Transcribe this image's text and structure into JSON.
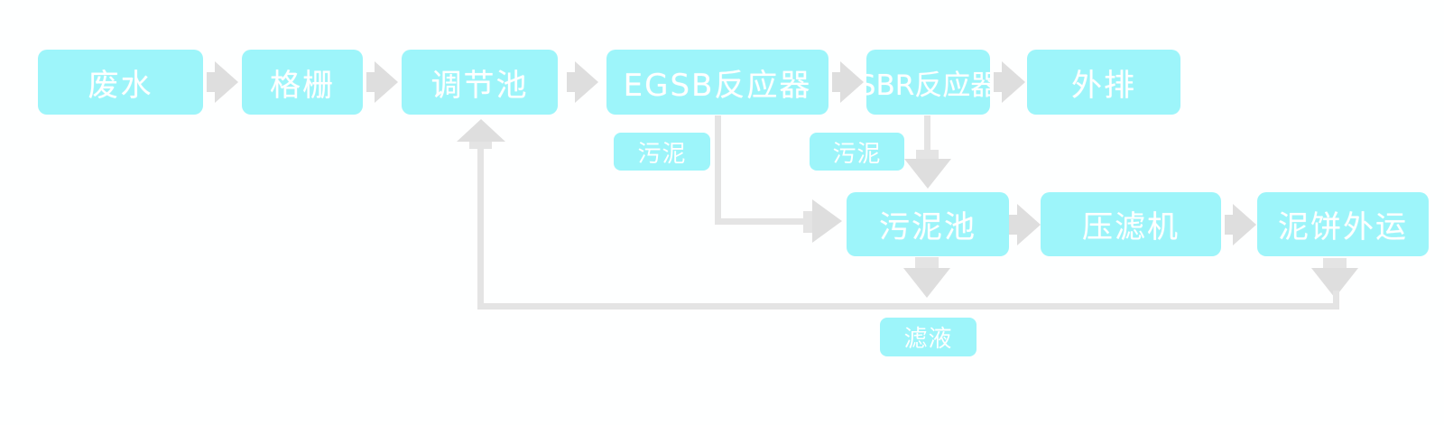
{
  "diagram": {
    "description": "wastewater treatment process flow",
    "colors": {
      "node_fill": "#9df5fa",
      "node_text": "#ffffff",
      "connector_gray": "#e4e4e4",
      "arrow_gray": "#dedede",
      "background": "#feffff"
    },
    "nodes": {
      "wastewater": {
        "label": "废水",
        "type": "process"
      },
      "bar_screen": {
        "label": "格栅",
        "type": "process"
      },
      "regulating_tank": {
        "label": "调节池",
        "type": "process"
      },
      "egsb_reactor": {
        "label": "EGSB反应器",
        "type": "process"
      },
      "sbr_reactor": {
        "label": "SBR反应器",
        "type": "process"
      },
      "discharge": {
        "label": "外排",
        "type": "process"
      },
      "sludge_tank": {
        "label": "污泥池",
        "type": "process"
      },
      "filter_press": {
        "label": "压滤机",
        "type": "process"
      },
      "mudcake_transport": {
        "label": "泥饼外运",
        "type": "process"
      },
      "sludge_tag_egsb": {
        "label": "污泥",
        "type": "stream-tag"
      },
      "sludge_tag_sbr": {
        "label": "污泥",
        "type": "stream-tag"
      },
      "filtrate_tag": {
        "label": "滤液",
        "type": "stream-tag"
      }
    },
    "edges": [
      {
        "from": "废水",
        "to": "格栅"
      },
      {
        "from": "格栅",
        "to": "调节池"
      },
      {
        "from": "调节池",
        "to": "EGSB反应器"
      },
      {
        "from": "EGSB反应器",
        "to": "SBR反应器"
      },
      {
        "from": "SBR反应器",
        "to": "外排"
      },
      {
        "from": "EGSB反应器",
        "to": "污泥池",
        "label": "污泥"
      },
      {
        "from": "SBR反应器",
        "to": "污泥池",
        "label": "污泥"
      },
      {
        "from": "污泥池",
        "to": "压滤机"
      },
      {
        "from": "压滤机",
        "to": "泥饼外运"
      },
      {
        "from": "污泥池",
        "to": "调节池",
        "label": "滤液"
      },
      {
        "from": "泥饼外运",
        "to": "调节池",
        "label": "滤液"
      }
    ]
  }
}
